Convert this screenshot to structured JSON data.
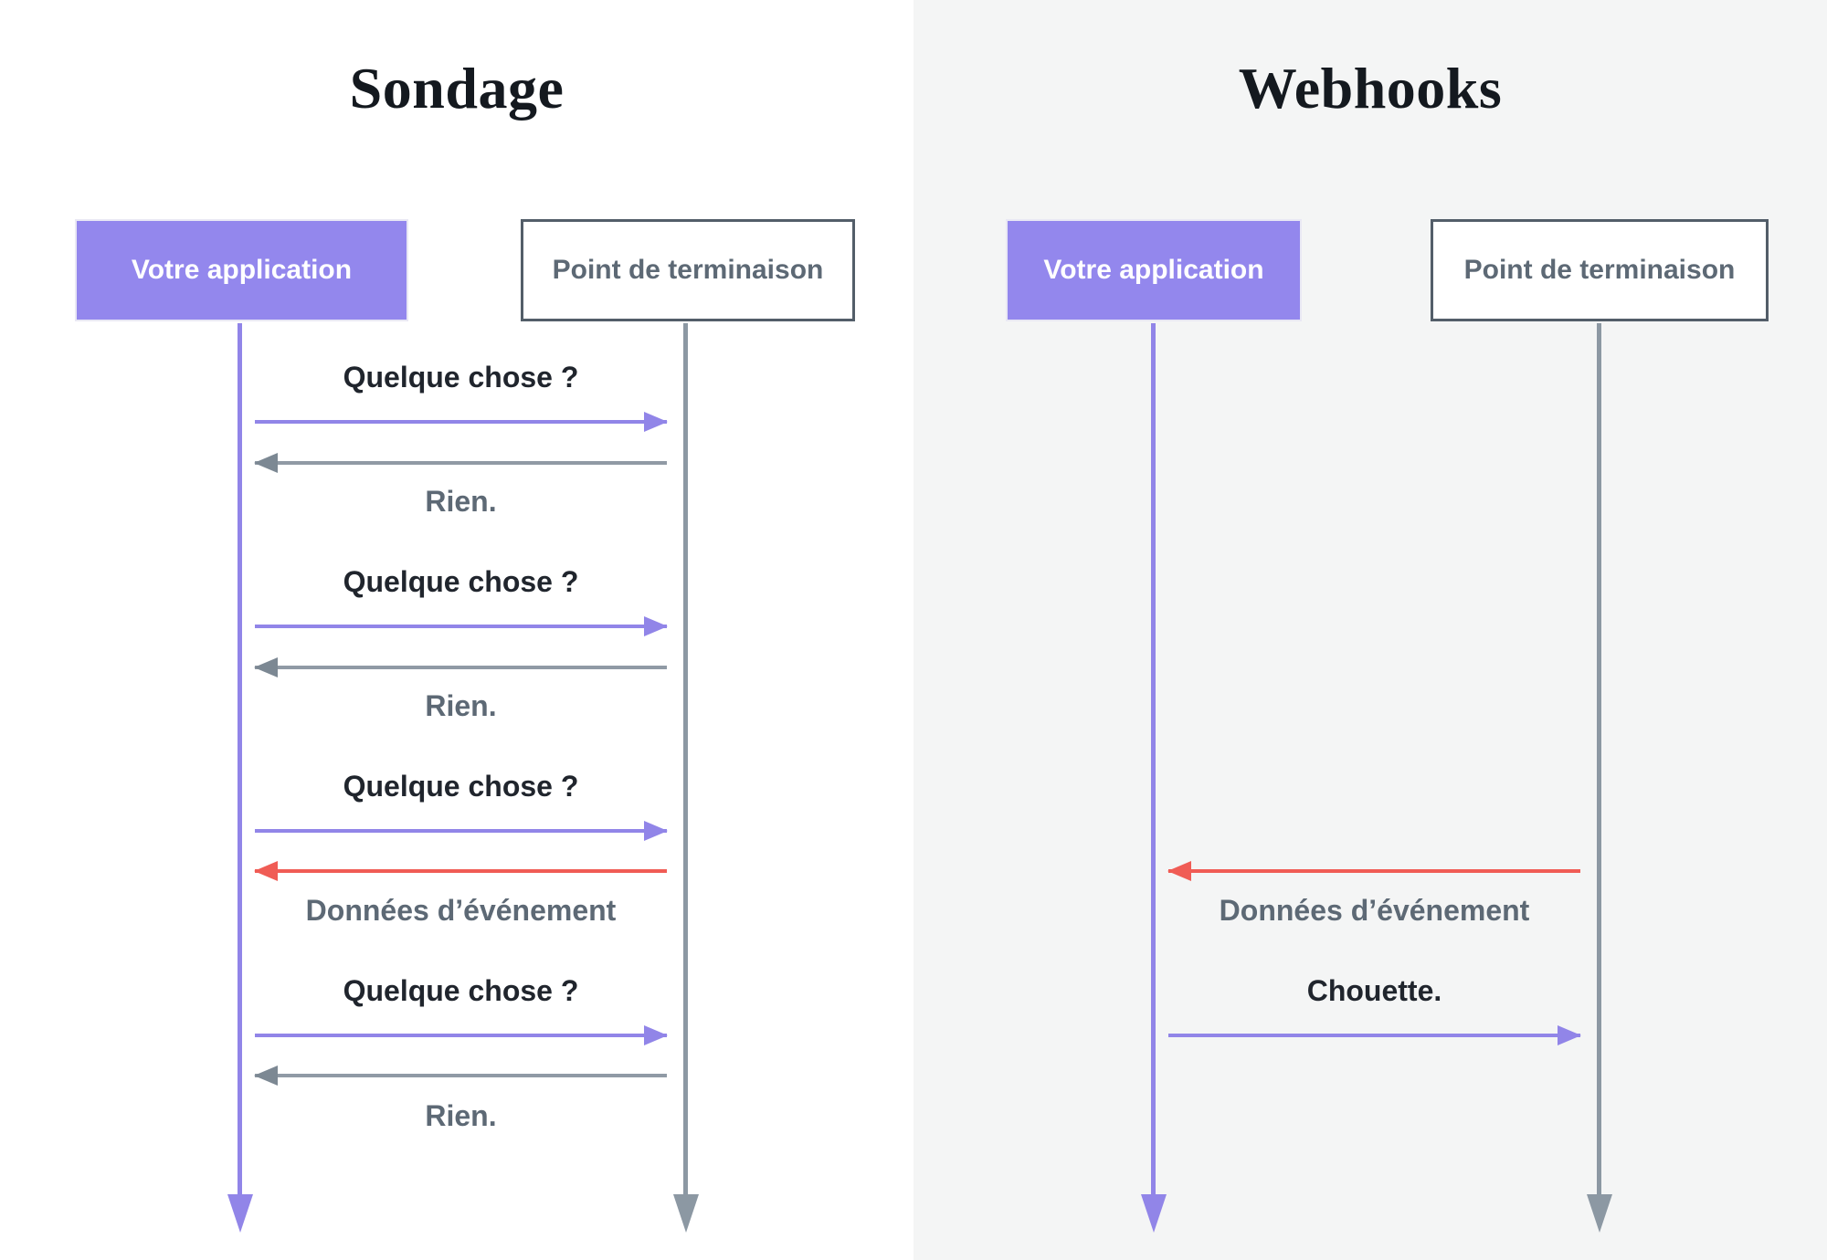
{
  "colors": {
    "purple": "#9387ED",
    "purple_line": "#9185E8",
    "red": "#F05C55",
    "gray_line": "#909AA5",
    "gray_line_dark": "#8C98A3",
    "gray_head": "#7C8893",
    "box_border": "#535E69",
    "slate_text": "#5D6975",
    "dark_text": "#20252D",
    "title_text": "#14191F",
    "panel_right_bg": "#F4F5F5"
  },
  "panels": [
    {
      "title": "Sondage",
      "actors": [
        {
          "label": "Votre application"
        },
        {
          "label": "Point de terminaison"
        }
      ],
      "messages": [
        {
          "label": "Quelque chose ?",
          "direction": "right",
          "color": "purple"
        },
        {
          "label": "Rien.",
          "direction": "left",
          "color": "gray"
        },
        {
          "label": "Quelque chose ?",
          "direction": "right",
          "color": "purple"
        },
        {
          "label": "Rien.",
          "direction": "left",
          "color": "gray"
        },
        {
          "label": "Quelque chose ?",
          "direction": "right",
          "color": "purple"
        },
        {
          "label": "Données d’événement",
          "direction": "left",
          "color": "red"
        },
        {
          "label": "Quelque chose ?",
          "direction": "right",
          "color": "purple"
        },
        {
          "label": "Rien.",
          "direction": "left",
          "color": "gray"
        }
      ]
    },
    {
      "title": "Webhooks",
      "actors": [
        {
          "label": "Votre application"
        },
        {
          "label": "Point de terminaison"
        }
      ],
      "messages": [
        {
          "label": "Données d’événement",
          "direction": "left",
          "color": "red"
        },
        {
          "label": "Chouette.",
          "direction": "right",
          "color": "purple"
        }
      ]
    }
  ]
}
